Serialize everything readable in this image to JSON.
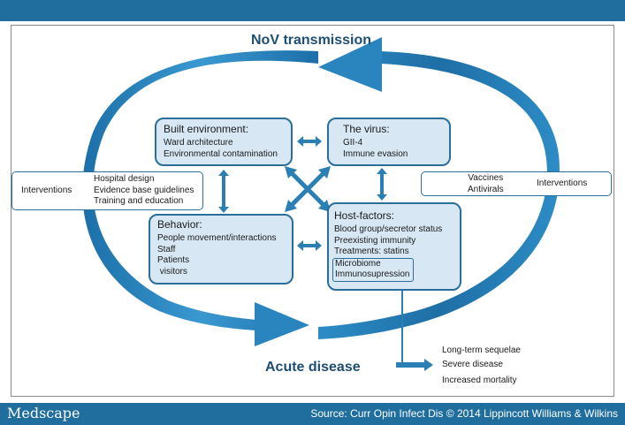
{
  "title": "NoV transmission",
  "bottom_label": "Acute disease",
  "boxes": {
    "built_environment": {
      "title": "Built environment:",
      "lines": [
        "Ward architecture",
        "Environmental contamination"
      ]
    },
    "virus": {
      "title": "The virus:",
      "lines": [
        "GII-4",
        "Immune evasion"
      ]
    },
    "behavior": {
      "title": "Behavior:",
      "lines": [
        "People movement/interactions",
        "Staff",
        "Patients",
        " visitors"
      ]
    },
    "host_factors": {
      "title": "Host-factors:",
      "lines": [
        "Blood group/secretor status",
        "Preexisting immunity",
        "Treatments: statins"
      ],
      "highlight": [
        "Microbiome",
        "Immunosupression"
      ]
    }
  },
  "left_interventions": {
    "label": "Interventions",
    "items": [
      "Hospital design",
      "Evidence base guidelines",
      "Training and education"
    ]
  },
  "right_interventions": {
    "label": "Interventions",
    "items": [
      "Vaccines",
      "Antivirals"
    ]
  },
  "outcomes": [
    "Long-term sequelae",
    "Severe disease",
    "Increased mortality"
  ],
  "footer": {
    "brand": "Medscape",
    "source": "Source: Curr Opin Infect Dis © 2014 Lippincott Williams & Wilkins"
  },
  "colors": {
    "bar": "#1f6e9e",
    "arrow": "#2a7fb5",
    "box_fill": "#d7e7f3",
    "box_border": "#2a6e99"
  }
}
